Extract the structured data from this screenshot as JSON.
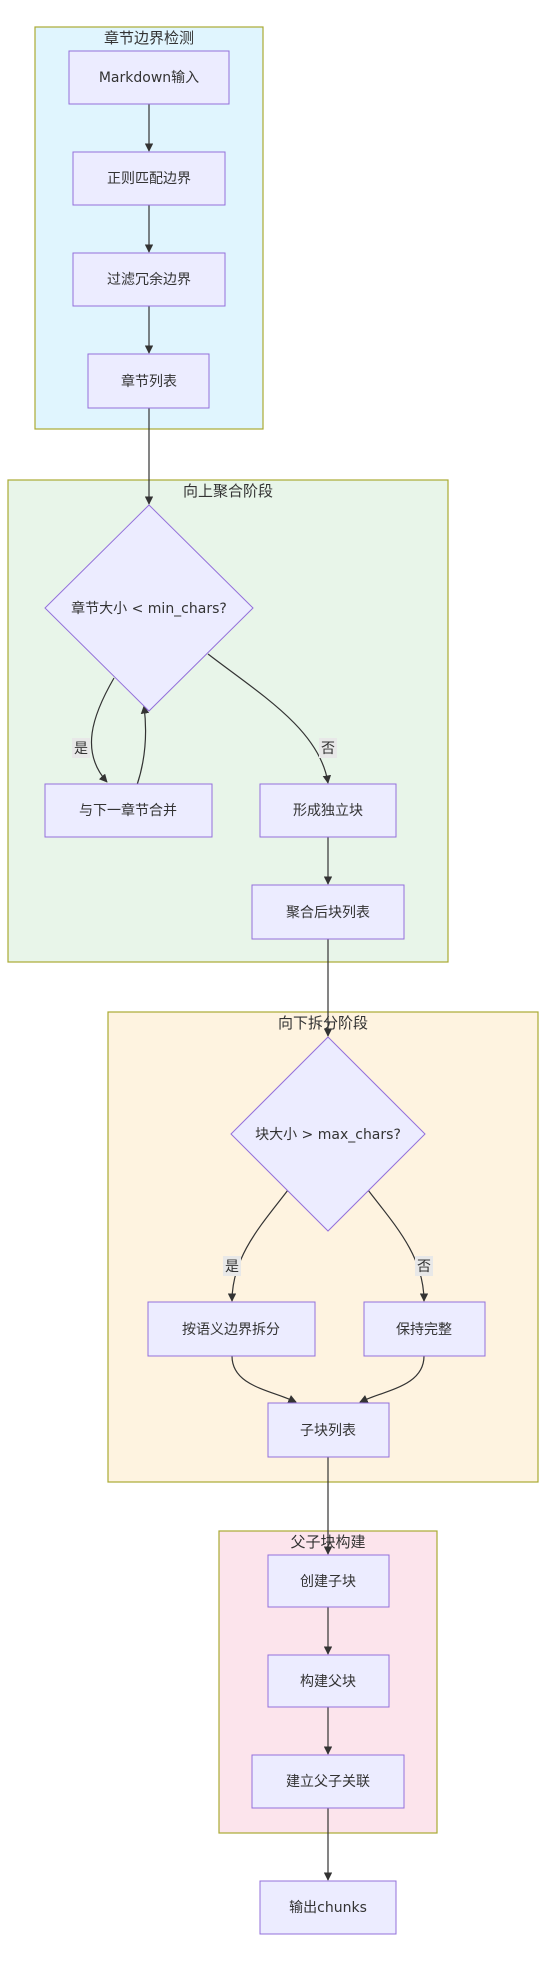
{
  "groups": [
    {
      "id": "g1",
      "title": "章节边界检测",
      "fill": "#E0F5FE",
      "stroke": "#AAAA33"
    },
    {
      "id": "g2",
      "title": "向上聚合阶段",
      "fill": "#E8F5E9",
      "stroke": "#AAAA33"
    },
    {
      "id": "g3",
      "title": "向下拆分阶段",
      "fill": "#FEF3E0",
      "stroke": "#AAAA33"
    },
    {
      "id": "g4",
      "title": "父子块构建",
      "fill": "#FCE4EC",
      "stroke": "#AAAA33"
    }
  ],
  "nodes": {
    "markdown_input": "Markdown输入",
    "regex_match": "正则匹配边界",
    "filter_redundant": "过滤冗余边界",
    "section_list": "章节列表",
    "size_check_min": "章节大小 < min_chars?",
    "merge_next": "与下一章节合并",
    "form_block": "形成独立块",
    "merged_list": "聚合后块列表",
    "size_check_max": "块大小 > max_chars?",
    "semantic_split": "按语义边界拆分",
    "keep_whole": "保持完整",
    "child_list": "子块列表",
    "create_child": "创建子块",
    "build_parent": "构建父块",
    "link_parent_child": "建立父子关联",
    "output_chunks": "输出chunks"
  },
  "edge_labels": {
    "yes_min": "是",
    "no_min": "否",
    "yes_max": "是",
    "no_max": "否"
  }
}
